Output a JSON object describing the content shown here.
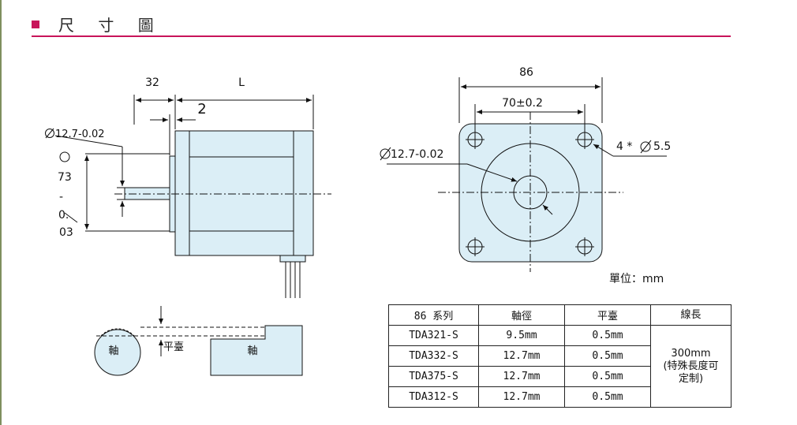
{
  "header": {
    "title": "尺 寸 圖"
  },
  "side_view": {
    "dim_shaft": "32",
    "dim_body": "L",
    "dim_flange": "2",
    "dim_shaft_dia": "12.7-0.02",
    "dim_pilot_num": "73",
    "dim_pilot_dash": "-",
    "dim_pilot_tol1": "0.",
    "dim_pilot_tol2": "03"
  },
  "front_view": {
    "dim_width": "86",
    "dim_hole_spacing": "70±0.2",
    "dim_shaft_dia": "12.7-0.02",
    "dim_mount_holes": "4 * ",
    "dim_mount_hole_dia": "5.5",
    "unit_label": "單位：mm"
  },
  "flat_detail": {
    "shaft_label": "軸",
    "flat_label": "平臺",
    "shaft_side_label": "軸"
  },
  "spec_table": {
    "headers": [
      "86 系列",
      "軸徑",
      "平臺",
      "線長"
    ],
    "rows": [
      {
        "model": "TDA321-S",
        "shaft": "9.5mm",
        "flat": "0.5mm"
      },
      {
        "model": "TDA332-S",
        "shaft": "12.7mm",
        "flat": "0.5mm"
      },
      {
        "model": "TDA375-S",
        "shaft": "12.7mm",
        "flat": "0.5mm"
      },
      {
        "model": "TDA312-S",
        "shaft": "12.7mm",
        "flat": "0.5mm"
      }
    ],
    "wire_length_line1": "300mm",
    "wire_length_line2": "(特殊長度可",
    "wire_length_line3": "定制)"
  },
  "colors": {
    "accent": "#c8145a",
    "motor_fill": "#dbeef6",
    "line": "#111111"
  }
}
